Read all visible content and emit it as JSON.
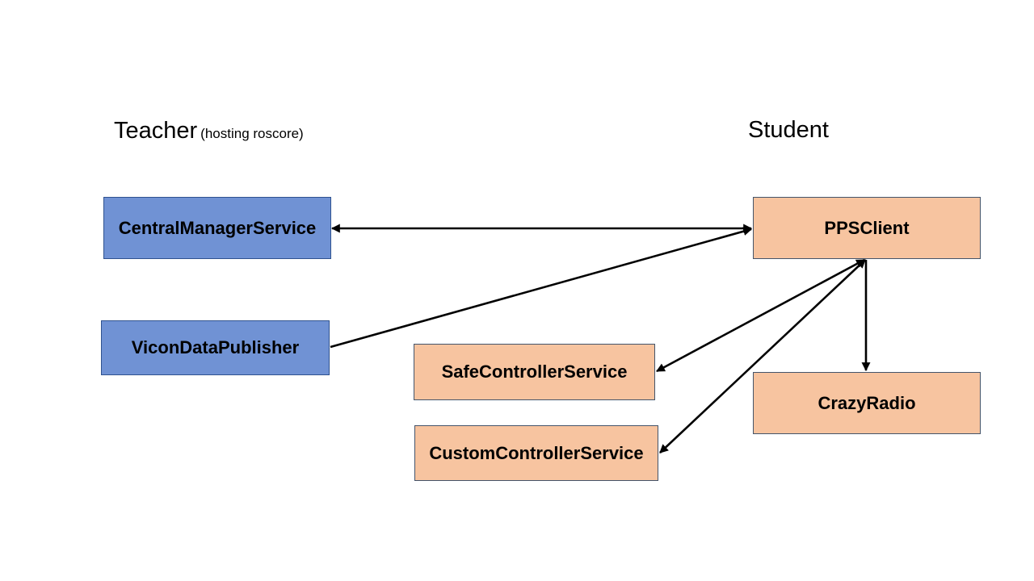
{
  "teacher": {
    "title": "Teacher",
    "subtitle": "(hosting roscore)",
    "color": "#7092d4"
  },
  "student": {
    "title": "Student",
    "color": "#f7c4a0"
  },
  "nodes": {
    "central_manager": "CentralManagerService",
    "vicon": "ViconDataPublisher",
    "pps_client": "PPSClient",
    "safe_controller": "SafeControllerService",
    "custom_controller": "CustomControllerService",
    "crazy_radio": "CrazyRadio"
  },
  "edges": [
    {
      "from": "central_manager",
      "to": "pps_client",
      "direction": "both"
    },
    {
      "from": "vicon",
      "to": "pps_client",
      "direction": "forward"
    },
    {
      "from": "pps_client",
      "to": "safe_controller",
      "direction": "both"
    },
    {
      "from": "pps_client",
      "to": "custom_controller",
      "direction": "both"
    },
    {
      "from": "pps_client",
      "to": "crazy_radio",
      "direction": "forward"
    }
  ]
}
